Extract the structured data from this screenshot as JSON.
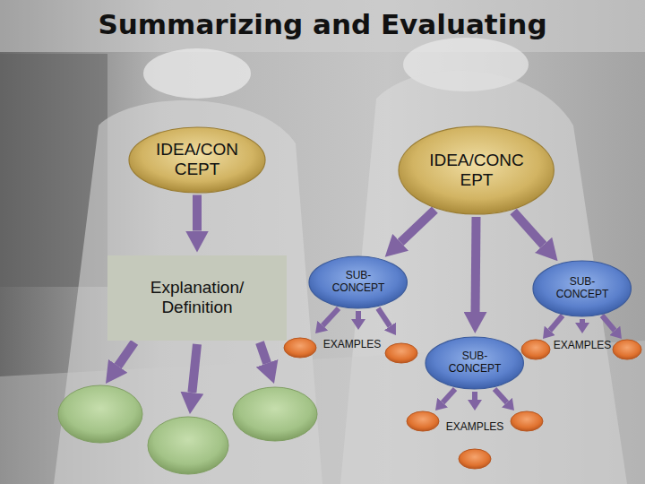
{
  "diagram": {
    "title": "Summarizing and Evaluating",
    "nodes": [
      {
        "text": [
          "IDEA/CON CEPT"
        ]
      },
      {
        "text": [
          "IDEA/CONC EPT"
        ]
      },
      {
        "text": [
          "Explanation/ Definition"
        ]
      },
      {
        "text": [
          "SUB- CONCEPT"
        ]
      },
      {
        "text": [
          "SUB- CONCEPT"
        ]
      },
      {
        "text": [
          "SUB- CONCEPT"
        ]
      }
    ],
    "edges": [
      {
        "from": 0,
        "to": 2,
        "arrow": "to"
      },
      {
        "from": 1,
        "to": 3,
        "arrow": "to"
      },
      {
        "from": 1,
        "to": 5,
        "arrow": "to"
      },
      {
        "from": 1,
        "to": 4,
        "arrow": "to"
      }
    ],
    "labels": [
      "EXAMPLES",
      "EXAMPLES",
      "EXAMPLES"
    ]
  }
}
